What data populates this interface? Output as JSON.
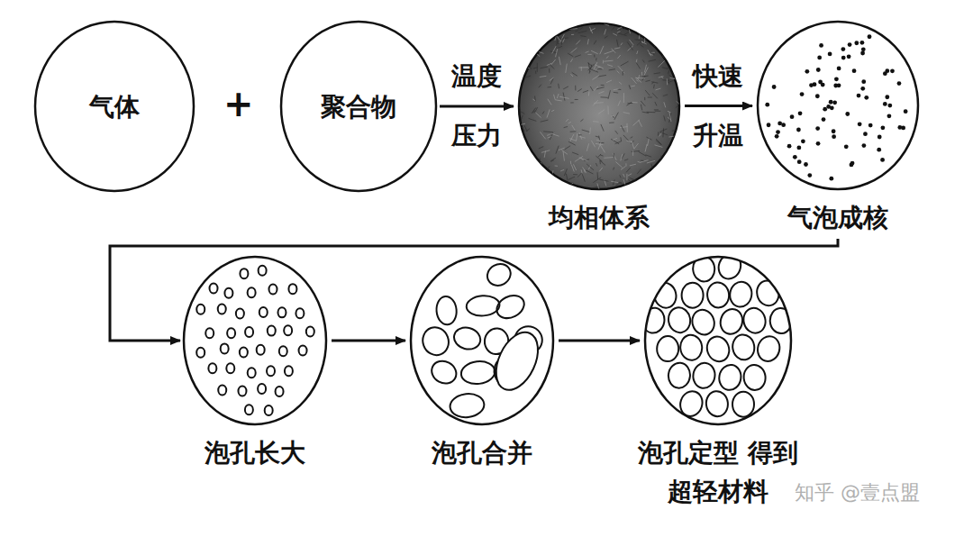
{
  "diagram": {
    "nodes": [
      {
        "text": [
          "气体"
        ]
      },
      {
        "text": [
          "聚合物"
        ]
      },
      {
        "text": [
          "均相体系"
        ]
      },
      {
        "text": [
          "气泡成核"
        ]
      },
      {
        "text": [
          "泡孔长大"
        ]
      },
      {
        "text": [
          "泡孔合并"
        ]
      },
      {
        "text": [
          "泡孔定型 得到超轻材料"
        ]
      }
    ],
    "edges": [
      {
        "from": 1,
        "to": 2,
        "arrow": "to",
        "label": "温度 压力"
      },
      {
        "from": 2,
        "to": 3,
        "arrow": "to",
        "label": "快速 升温"
      },
      {
        "from": 3,
        "to": 4,
        "arrow": "to"
      },
      {
        "from": 4,
        "to": 5,
        "arrow": "to"
      },
      {
        "from": 5,
        "to": 6,
        "arrow": "to"
      }
    ],
    "labels": [
      "+",
      "知乎 @壹点盟"
    ]
  }
}
